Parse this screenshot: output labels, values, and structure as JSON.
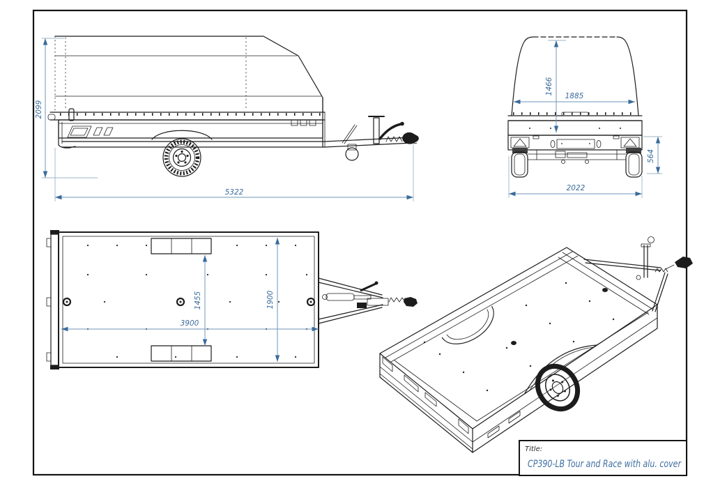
{
  "title_block": {
    "label": "Title:",
    "title": "CP390-LB Tour and Race with alu. cover"
  },
  "dims": {
    "side": {
      "height": "2099",
      "length": "5322"
    },
    "rear": {
      "cover_height": "1466",
      "inner_width": "1885",
      "bed_height": "564",
      "overall_width": "2022"
    },
    "plan": {
      "between_wheel_boxes": "1455",
      "inner_width": "1900",
      "inner_length": "3900"
    }
  },
  "colors": {
    "drawing_line": "#1c1c1c",
    "dimension_accent": "#3a6b9c",
    "title_text": "#3f6fa0",
    "background": "#ffffff"
  }
}
